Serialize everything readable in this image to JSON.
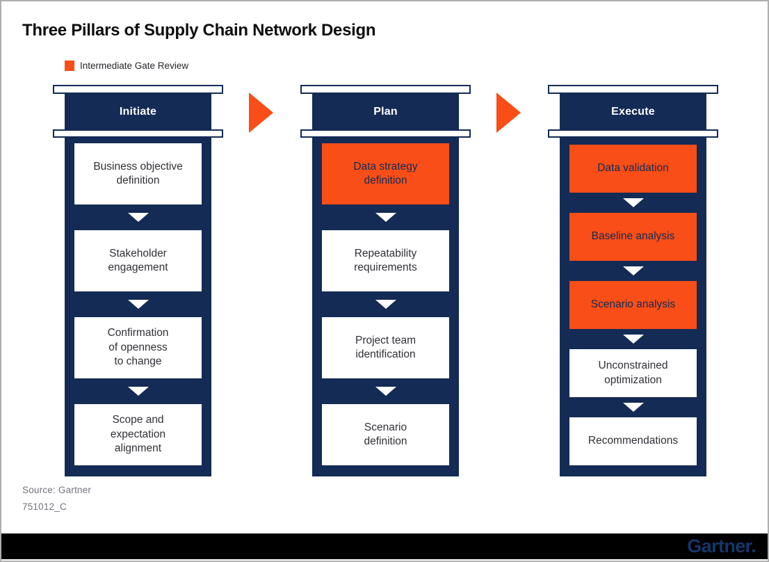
{
  "title": "Three Pillars of Supply Chain Network Design",
  "legend": {
    "label": "Intermediate Gate Review",
    "swatch_color": "#F94E17"
  },
  "colors": {
    "pillar_navy": "#132B55",
    "gate_orange": "#F94E17",
    "footer_bar": "#000000",
    "brand_blue": "#14366A"
  },
  "pillars": [
    {
      "name": "Initiate",
      "steps": [
        {
          "label": "Business objective\ndefinition",
          "gate": false
        },
        {
          "label": "Stakeholder\nengagement",
          "gate": false
        },
        {
          "label": "Confirmation\nof openness\nto change",
          "gate": false
        },
        {
          "label": "Scope and\nexpectation\nalignment",
          "gate": false
        }
      ]
    },
    {
      "name": "Plan",
      "steps": [
        {
          "label": "Data strategy\ndefinition",
          "gate": true
        },
        {
          "label": "Repeatability\nrequirements",
          "gate": false
        },
        {
          "label": "Project team\nidentification",
          "gate": false
        },
        {
          "label": "Scenario\ndefinition",
          "gate": false
        }
      ]
    },
    {
      "name": "Execute",
      "steps": [
        {
          "label": "Data validation",
          "gate": true
        },
        {
          "label": "Baseline analysis",
          "gate": true
        },
        {
          "label": "Scenario analysis",
          "gate": true
        },
        {
          "label": "Unconstrained\noptimization",
          "gate": false
        },
        {
          "label": "Recommendations",
          "gate": false
        }
      ]
    }
  ],
  "footnote": {
    "source": "Source: Gartner",
    "id": "751012_C"
  },
  "brand": {
    "wordmark": "Gartner."
  }
}
